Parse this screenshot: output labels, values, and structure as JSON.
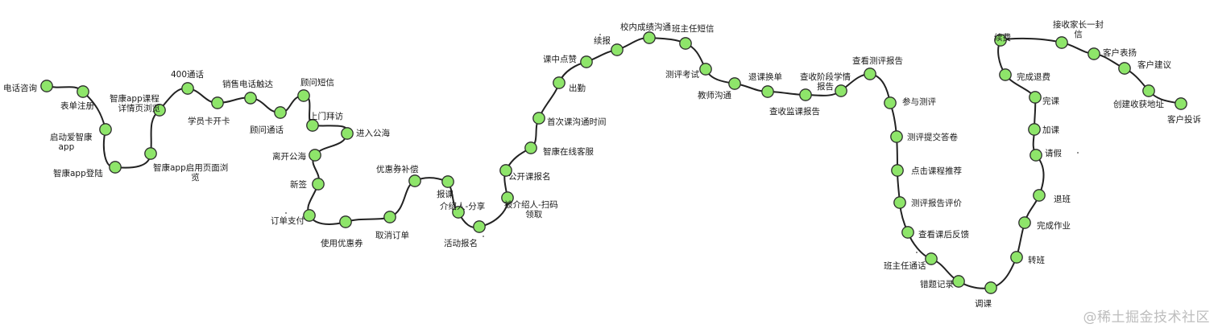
{
  "watermark": "@稀土掘金技术社区",
  "nodes": [
    {
      "id": "n1",
      "label": [
        "电话咨询"
      ]
    },
    {
      "id": "n2",
      "label": [
        "表单注册"
      ]
    },
    {
      "id": "n3",
      "label": [
        "启动爱智康",
        "app"
      ]
    },
    {
      "id": "n4",
      "label": [
        "智康app登陆"
      ]
    },
    {
      "id": "n5",
      "label": [
        "智康app启用页面浏",
        "览"
      ]
    },
    {
      "id": "n6",
      "label": [
        "智康app课程",
        "详情页浏览"
      ]
    },
    {
      "id": "n7",
      "label": [
        "400通话"
      ]
    },
    {
      "id": "n8",
      "label": [
        "学员卡开卡"
      ]
    },
    {
      "id": "n9",
      "label": [
        "销售电话触达"
      ]
    },
    {
      "id": "n10",
      "label": [
        "顾问通话"
      ]
    },
    {
      "id": "n11",
      "label": [
        "顾问短信"
      ]
    },
    {
      "id": "n12",
      "label": [
        "上门拜访"
      ]
    },
    {
      "id": "n13",
      "label": [
        "进入公海"
      ]
    },
    {
      "id": "n14",
      "label": [
        "离开公海"
      ]
    },
    {
      "id": "n15",
      "label": [
        "新签"
      ]
    },
    {
      "id": "n16",
      "label": [
        "订单支付"
      ]
    },
    {
      "id": "n17",
      "label": [
        "使用优惠券"
      ]
    },
    {
      "id": "n18",
      "label": [
        "取消订单"
      ]
    },
    {
      "id": "n19",
      "label": [
        "优惠券补偿"
      ]
    },
    {
      "id": "n20",
      "label": [
        "报课"
      ]
    },
    {
      "id": "n21",
      "label": [
        "介绍人-分享"
      ]
    },
    {
      "id": "n22",
      "label": [
        "活动报名"
      ]
    },
    {
      "id": "n23",
      "label": [
        "被介绍人-扫码",
        "领取"
      ]
    },
    {
      "id": "n24",
      "label": [
        "公开课报名"
      ]
    },
    {
      "id": "n25",
      "label": [
        "智康在线客服"
      ]
    },
    {
      "id": "n26",
      "label": [
        "首次课沟通时间"
      ]
    },
    {
      "id": "n27",
      "label": [
        "出勤"
      ]
    },
    {
      "id": "n28",
      "label": [
        "课中点赞"
      ]
    },
    {
      "id": "n29",
      "label": [
        "续报"
      ]
    },
    {
      "id": "n30",
      "label": [
        "校内成绩沟通"
      ]
    },
    {
      "id": "n31",
      "label": [
        "班主任短信"
      ]
    },
    {
      "id": "n32",
      "label": [
        "测评考试"
      ]
    },
    {
      "id": "n33",
      "label": [
        "教师沟通"
      ]
    },
    {
      "id": "n34",
      "label": [
        "退课换单"
      ]
    },
    {
      "id": "n35",
      "label": [
        "查收监课报告"
      ]
    },
    {
      "id": "n36",
      "label": [
        "查收阶段学情",
        "报告"
      ]
    },
    {
      "id": "n37",
      "label": [
        "查看测评报告"
      ]
    },
    {
      "id": "n38",
      "label": [
        "参与测评"
      ]
    },
    {
      "id": "n39",
      "label": [
        "测评提交答卷"
      ]
    },
    {
      "id": "n40",
      "label": [
        "点击课程推荐"
      ]
    },
    {
      "id": "n41",
      "label": [
        "测评报告评价"
      ]
    },
    {
      "id": "n42",
      "label": [
        "查看课后反馈"
      ]
    },
    {
      "id": "n43",
      "label": [
        "班主任通话"
      ]
    },
    {
      "id": "n44",
      "label": [
        "错题记录"
      ]
    },
    {
      "id": "n45",
      "label": [
        "调课"
      ]
    },
    {
      "id": "n46",
      "label": [
        "转班"
      ]
    },
    {
      "id": "n47",
      "label": [
        "完成作业"
      ]
    },
    {
      "id": "n48",
      "label": [
        "退班"
      ]
    },
    {
      "id": "n49",
      "label": [
        "请假"
      ]
    },
    {
      "id": "n50",
      "label": [
        "加课"
      ]
    },
    {
      "id": "n51",
      "label": [
        "完课"
      ]
    },
    {
      "id": "n52",
      "label": [
        "完成退费"
      ]
    },
    {
      "id": "n53",
      "label": [
        "续费"
      ]
    },
    {
      "id": "n54",
      "label": [
        "接收家长一封",
        "信"
      ]
    },
    {
      "id": "n55",
      "label": [
        "客户表扬"
      ]
    },
    {
      "id": "n56",
      "label": [
        "客户建议"
      ]
    },
    {
      "id": "n57",
      "label": [
        "创建收获地址"
      ]
    },
    {
      "id": "n58",
      "label": [
        "客户投诉"
      ]
    }
  ]
}
